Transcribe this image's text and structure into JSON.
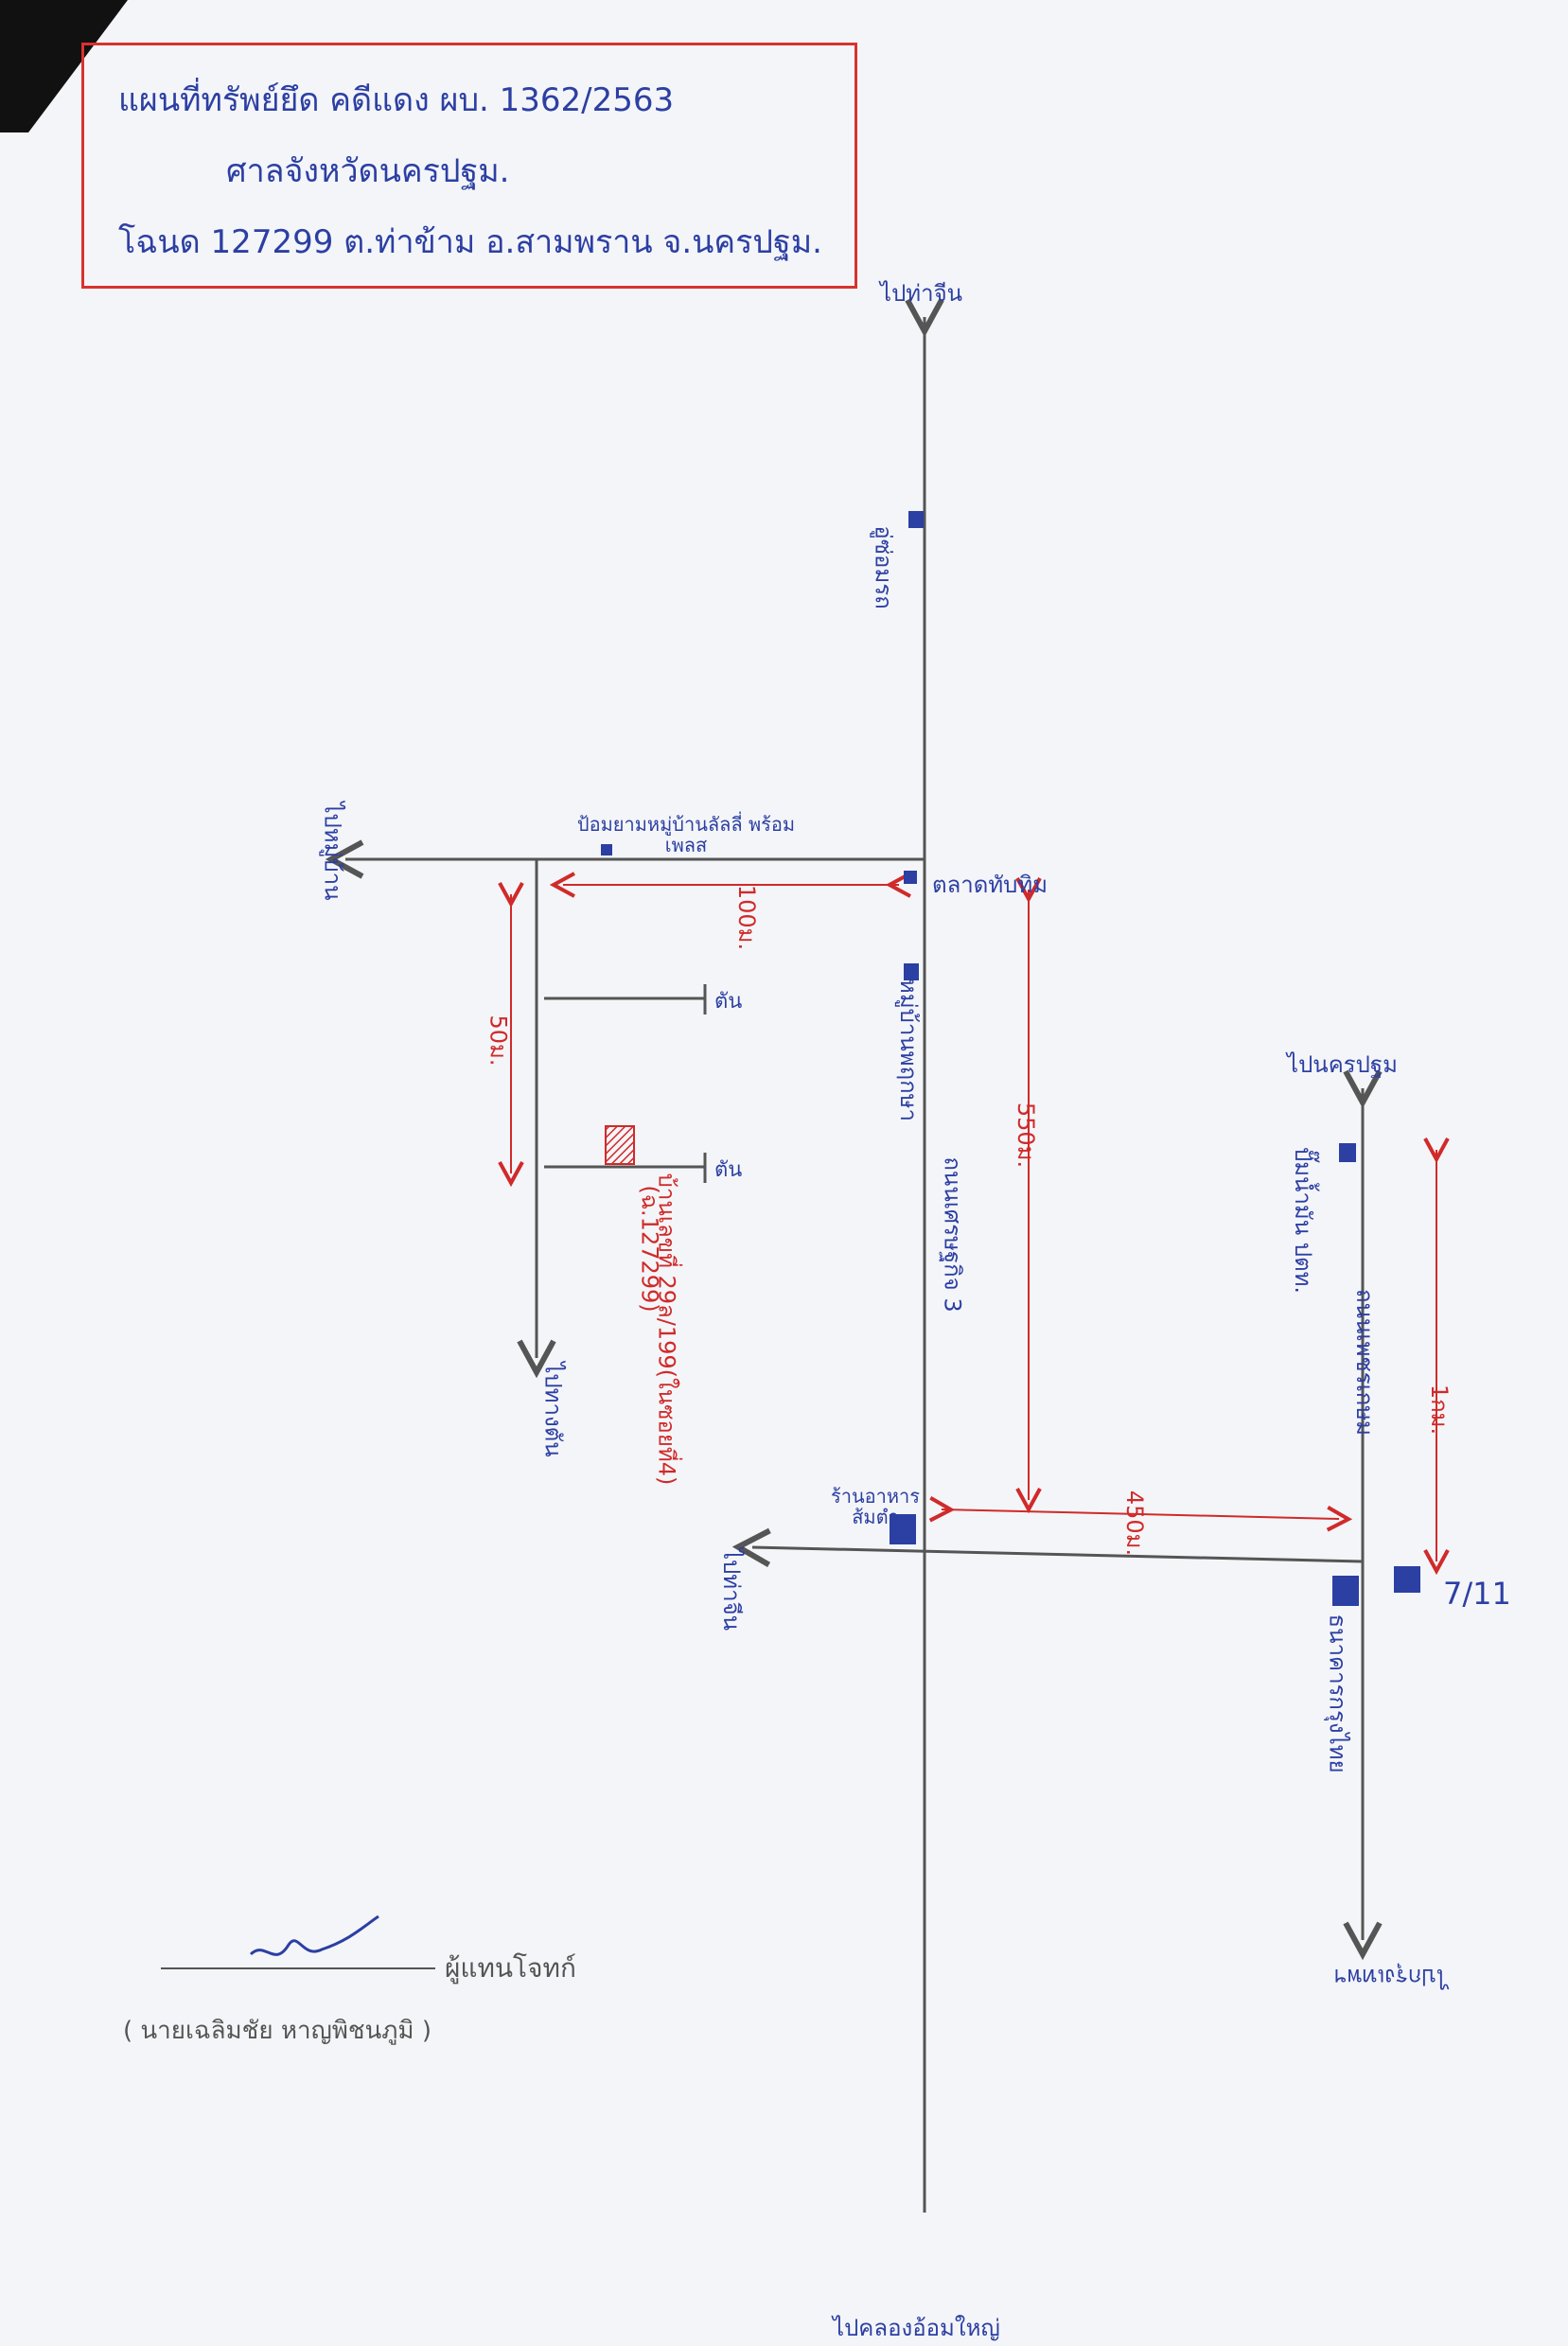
{
  "header": {
    "line1": "แผนที่ทรัพย์ยึด คดีแดง ผบ. 1362/2563",
    "line2": "ศาลจังหวัดนครปฐม.",
    "line3": "โฉนด 127299 ต.ท่าข้าม อ.สามพราน จ.นครปฐม."
  },
  "roads": {
    "north_to": "ไปท่าจีน",
    "south_to": "ไปคลองอ้อมใหญ่",
    "main_road_name": "ถนนเศรษฐกิจ 3",
    "right_north_to": "ไปนครปฐม",
    "right_south_to": "ไปกรุงเทพฯ",
    "right_road_name": "ถนนเพชรเกษม",
    "soi_left_end": "ไปหมู่บ้าน",
    "soi_south_end": "ไปทางตัน",
    "cross_road_end": "ไปท่าจีน"
  },
  "landmarks": {
    "top_shop": "อู่ซ่อมรถ",
    "corner_shop": "ตลาดทับทิม",
    "village_gate": "ป้อมยามหมู่บ้านลัลลี่ พร้อมเพลส",
    "village": "หมู่บ้านพฤกษา",
    "junction_shop": "ร้านอาหาร ส้มตำ",
    "right_bank": "ธนาคารกรุงไทย",
    "gas_station": "ปั๊มน้ำมัน ปตท.",
    "seven_eleven": "7/11"
  },
  "dead_ends": {
    "a": "ตัน",
    "b": "ตัน"
  },
  "property": {
    "deed": "(ฉ.127299)",
    "house": "บ้านเลขที่ 29ล/199(ในซอยที่4)"
  },
  "distances": {
    "d1": "100ม.",
    "d2": "50ม.",
    "d3": "550ม.",
    "d4": "450ม.",
    "d5": "1กม."
  },
  "signature": {
    "role": "ผู้แทนโจทก์",
    "name": "( นายเฉลิมชัย หาญพิชนภูมิ )"
  },
  "colors": {
    "ink_blue": "#2c3fa3",
    "ink_red": "#d02a2a",
    "pencil": "#555555"
  }
}
